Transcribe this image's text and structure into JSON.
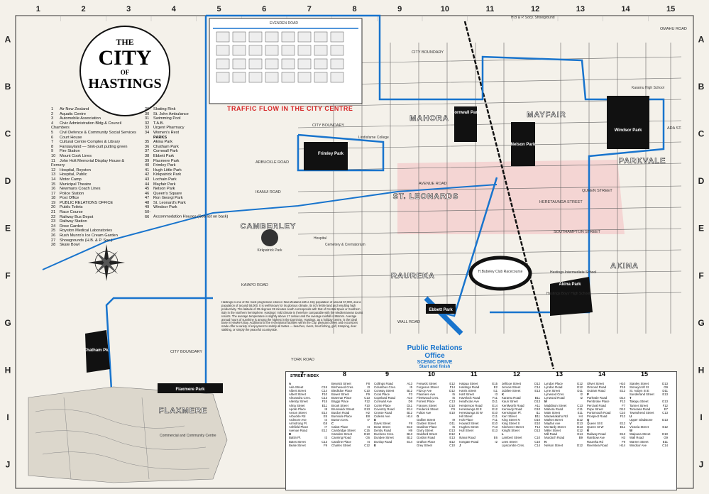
{
  "title": {
    "line1": "THE",
    "line2": "CITY",
    "line3": "OF",
    "line4": "HASTINGS"
  },
  "grid": {
    "columns": [
      "1",
      "2",
      "3",
      "4",
      "5",
      "6",
      "7",
      "8",
      "9",
      "10",
      "11",
      "12",
      "13",
      "14",
      "15"
    ],
    "rows": [
      "A",
      "B",
      "C",
      "D",
      "E",
      "F",
      "G",
      "H",
      "I",
      "J"
    ]
  },
  "legend": {
    "items_left": [
      {
        "n": "1",
        "t": "Air New Zealand"
      },
      {
        "n": "2",
        "t": "Aquatic Centre"
      },
      {
        "n": "3",
        "t": "Automobile Association"
      },
      {
        "n": "4",
        "t": "Civic Administration Bldg & Council Chambers"
      },
      {
        "n": "5",
        "t": "Civil Defence & Community Social Services"
      },
      {
        "n": "6",
        "t": "Court House"
      },
      {
        "n": "7",
        "t": "Cultural Centre Complex & Library"
      },
      {
        "n": "8",
        "t": "Fantasyland — Sink-putt putting green"
      },
      {
        "n": "9",
        "t": "Fire Station"
      },
      {
        "n": "10",
        "t": "Mount Cook Lines"
      },
      {
        "n": "11",
        "t": "John Holt Memorial Display House & Fernery"
      },
      {
        "n": "12",
        "t": "Hospital, Royston"
      },
      {
        "n": "13",
        "t": "Hospital, Public"
      },
      {
        "n": "14",
        "t": "Motor Camp"
      },
      {
        "n": "15",
        "t": "Municipal Theatre"
      },
      {
        "n": "16",
        "t": "Newmans Coach Lines"
      },
      {
        "n": "17",
        "t": "Police Station"
      },
      {
        "n": "18",
        "t": "Post Office"
      },
      {
        "n": "19",
        "t": "PUBLIC RELATIONS OFFICE"
      },
      {
        "n": "20",
        "t": "Public Toilets"
      },
      {
        "n": "21",
        "t": "Race Course"
      },
      {
        "n": "22",
        "t": "Railway Bus Depot"
      },
      {
        "n": "23",
        "t": "Railway Station"
      },
      {
        "n": "24",
        "t": "Rose Garden"
      },
      {
        "n": "25",
        "t": "Royston Medical Laboratories"
      },
      {
        "n": "26",
        "t": "Rush Munro's Ice Cream Garden"
      },
      {
        "n": "27",
        "t": "Showgrounds (H.B. & P. Soc.)"
      },
      {
        "n": "28",
        "t": "Skate Bowl"
      }
    ],
    "items_right": [
      {
        "n": "29",
        "t": "Skating Rink"
      },
      {
        "n": "30",
        "t": "St. John Ambulance"
      },
      {
        "n": "31",
        "t": "Swimming Pool"
      },
      {
        "n": "32",
        "t": "T.A.B."
      },
      {
        "n": "33",
        "t": "Urgent Pharmacy"
      },
      {
        "n": "34",
        "t": "Women's Rest"
      },
      {
        "n": "",
        "t": "PARKS"
      },
      {
        "n": "35",
        "t": "Akina Park"
      },
      {
        "n": "36",
        "t": "Chatham Park"
      },
      {
        "n": "37",
        "t": "Cornwall Park"
      },
      {
        "n": "38",
        "t": "Ebbett Park"
      },
      {
        "n": "39",
        "t": "Flaxmere Park"
      },
      {
        "n": "40",
        "t": "Frimley Park"
      },
      {
        "n": "41",
        "t": "Hugh Little Park"
      },
      {
        "n": "42",
        "t": "Kirkpatrick Park"
      },
      {
        "n": "43",
        "t": "Lochain Park"
      },
      {
        "n": "44",
        "t": "Mayfair Park"
      },
      {
        "n": "45",
        "t": "Nelson Park"
      },
      {
        "n": "46",
        "t": "Queen's Square"
      },
      {
        "n": "47",
        "t": "Ron Georgi Park"
      },
      {
        "n": "48",
        "t": "St. Leonard's Park"
      },
      {
        "n": "49",
        "t": "Windsor Park"
      },
      {
        "n": "50-66",
        "t": "Accommodation Houses (See list on back)"
      }
    ]
  },
  "inset": {
    "title": "TRAFFIC FLOW IN THE CITY CENTRE",
    "road_top": "EVENDEN ROAD"
  },
  "description": "Hastings is one of the most progressive cities in New Zealand with a City population of around 57,000, and a population of around 58,000. It is well known for its glorious climate, its rich fertile land and resulting high productivity. The latitude of 39 degrees 39 minutes south corresponds with that of Central Spain or Southern Italy in the Northern hemisphere. Hastings' mild climate is therefore comparable with the Mediterranean tourist resorts. The average temperature is slightly above 17 celsius and the average rainfall is 864mm. Average annual hours of sunshine is among the highest in the Dominion. Hastings, as a holiday centre, is the ideal base in Hawke's Bay. Additional to the recreational facilities within the City, pleasant drives and excursions made offer a variety of enjoyment to satisfy all tastes — beaches, rivers, trout fishing, golf, tramping, deer stalking, or simply the peaceful countryside.",
  "pr_office": {
    "title": "Public Relations Office",
    "sub": "SCENIC DRIVE",
    "sub2": "Start and finish"
  },
  "parks": [
    {
      "id": "cornwall",
      "label": "Cornwall Park"
    },
    {
      "id": "frimley",
      "label": "Frimley Park"
    },
    {
      "id": "nelson",
      "label": "Nelson Park"
    },
    {
      "id": "windsor",
      "label": "Windsor Park"
    },
    {
      "id": "akina",
      "label": "Akina Park"
    },
    {
      "id": "chatham",
      "label": "Chatham Pk."
    },
    {
      "id": "flaxmere-park",
      "label": "Flaxmere Park"
    },
    {
      "id": "ebbett",
      "label": "Ebbett Park"
    },
    {
      "id": "kirkpatrick",
      "label": "Kirkpatrick Park"
    }
  ],
  "areas": [
    {
      "id": "flaxmere",
      "label": "FLAXMERE"
    },
    {
      "id": "camberley",
      "label": "CAMBERLEY"
    },
    {
      "id": "mahora",
      "label": "MAHORA"
    },
    {
      "id": "mayfair",
      "label": "MAYFAIR"
    },
    {
      "id": "parkvale",
      "label": "PARKVALE"
    },
    {
      "id": "akina",
      "label": "AKINA"
    },
    {
      "id": "raureka",
      "label": "RAUREKA"
    },
    {
      "id": "st-leonards",
      "label": "ST. LEONARDS"
    }
  ],
  "streets": {
    "york_road": "YORK ROAD",
    "kaiapo_road": "KAIAPO ROAD",
    "arbuckle_road": "ARBUCKLE ROAD",
    "ikanui_road": "IKANUI ROAD",
    "city_boundary": "CITY BOUNDARY",
    "heretaunga": "HERETAUNGA STREET",
    "southampton": "SOUTHAMPTON STREET",
    "omahu": "OMAHU ROAD",
    "wall_road": "WALL ROAD",
    "evenden": "EVENDEN ROAD",
    "ada": "ADA ST.",
    "queen": "QUEEN STREET",
    "avenue_road": "AVENUE ROAD"
  },
  "places": {
    "racecourse": "H.Bubeley Club Racecourse",
    "lindisfarne": "Lindisfarne College",
    "hastings_high": "Hastings Boys' High School",
    "karamu": "Karamu High School",
    "hospital": "Hospital",
    "cemetery": "Cemetery & Crematorium",
    "showground": "H.B & P. Socy. Showground",
    "commercial": "Commercial and Community Centre",
    "intermediate": "Hastings Intermediate School"
  },
  "index": {
    "heading": "STREET INDEX",
    "col_numbers": [
      "7",
      "8",
      "9",
      "10",
      "11",
      "12",
      "13",
      "14",
      "15"
    ],
    "columns": [
      [
        [
          "A",
          ""
        ],
        [
          "Ada Street",
          "C15"
        ],
        [
          "Albert Street",
          "C14"
        ],
        [
          "Albert Street",
          "F10"
        ],
        [
          "Alexandra Cres.",
          "C13"
        ],
        [
          "Allenby Street",
          "F15"
        ],
        [
          "Alma Street",
          "E11"
        ],
        [
          "Apollo Place",
          "I8"
        ],
        [
          "Anson Street",
          "E14"
        ],
        [
          "Arbuckle Rd",
          "E5"
        ],
        [
          "Ardmore Ave",
          "I4"
        ],
        [
          "Armstrong Pl.",
          "G8"
        ],
        [
          "Ashfield Place",
          "I7"
        ],
        [
          "Avenue Road",
          "E12"
        ],
        [
          "B",
          ""
        ],
        [
          "Battin Pl.",
          "I3"
        ],
        [
          "Bates Street",
          "C13"
        ],
        [
          "Beale Street",
          "F9"
        ]
      ],
      [
        [
          "Berwick Street",
          "F8"
        ],
        [
          "Birchwood Cres.",
          "I3"
        ],
        [
          "Bledisloe Place",
          "C10"
        ],
        [
          "Bower Street",
          "F9"
        ],
        [
          "Braemar Place",
          "C13"
        ],
        [
          "Briggs Place",
          "F12"
        ],
        [
          "Brook Street",
          "F10"
        ],
        [
          "Brunswick Street",
          "E13"
        ],
        [
          "Burdon Road",
          "H2"
        ],
        [
          "Burnside Place",
          "E8"
        ],
        [
          "Burton Cres.",
          "I7"
        ],
        [
          "C",
          ""
        ],
        [
          "Cabot Place",
          "I4"
        ],
        [
          "Cambridge Street",
          "C15"
        ],
        [
          "Camden Street",
          "D10"
        ],
        [
          "Canning Road",
          "G6"
        ],
        [
          "Caroline Place",
          "I4"
        ],
        [
          "Charles Street",
          "C12"
        ]
      ],
      [
        [
          "Collings Road",
          "A13"
        ],
        [
          "Columbus Cres.",
          "I5"
        ],
        [
          "Conway Street",
          "B12"
        ],
        [
          "Cook Place",
          "F3"
        ],
        [
          "Copeland Road",
          "A10"
        ],
        [
          "Cornwall Ave",
          "D9"
        ],
        [
          "Corrie Place",
          "D11"
        ],
        [
          "Coventry Road",
          "E14"
        ],
        [
          "Crosse Road",
          "B12"
        ],
        [
          "Cullens Ave",
          "H14"
        ],
        [
          "D",
          ""
        ],
        [
          "Davis Street",
          "F8"
        ],
        [
          "Dean Street",
          "E10"
        ],
        [
          "Denby Road",
          "H9"
        ],
        [
          "Duchess Cres.",
          "B13"
        ],
        [
          "Dundee Street",
          "B12"
        ],
        [
          "Dunlop Road",
          "E14"
        ],
        [
          "E",
          ""
        ]
      ],
      [
        [
          "Fenwick Street",
          "E12"
        ],
        [
          "Ferguson Street",
          "F14"
        ],
        [
          "Fitzroy Ave",
          "D12"
        ],
        [
          "Flaxmere Ave",
          "I5"
        ],
        [
          "Fleetwood Cres.",
          "I5"
        ],
        [
          "Forrest Place",
          "C13"
        ],
        [
          "Frances Street",
          "D10"
        ],
        [
          "Frederick Street",
          "F9"
        ],
        [
          "Fulton Ave",
          "E10"
        ],
        [
          "G",
          ""
        ],
        [
          "Gallien Street",
          "I9"
        ],
        [
          "Garden Street",
          "D11"
        ],
        [
          "Gardiner Place",
          "I6"
        ],
        [
          "Garry Street",
          "D13"
        ],
        [
          "Gaisford Street",
          "D12"
        ],
        [
          "Gordon Road",
          "E13"
        ],
        [
          "Grafton Place",
          "B12"
        ],
        [
          "Grey Street",
          "C10"
        ]
      ],
      [
        [
          "Haipua Street",
          "E15"
        ],
        [
          "Hastings Road",
          "E2"
        ],
        [
          "Harris Street",
          "I11"
        ],
        [
          "Hart Street",
          "I3"
        ],
        [
          "Havelock Road",
          "F11"
        ],
        [
          "Heathcote Ave",
          "D11"
        ],
        [
          "Henderson Road",
          "E14"
        ],
        [
          "Heretaunga St E",
          "E12"
        ],
        [
          "Heretaunga St W",
          "E10"
        ],
        [
          "Hill Street",
          "C11"
        ],
        [
          "Holt Place",
          "F11"
        ],
        [
          "Howard Street",
          "E10"
        ],
        [
          "Hughes Street",
          "F13"
        ],
        [
          "Hull Street",
          "E13"
        ],
        [
          "I",
          ""
        ],
        [
          "Ikanui Road",
          "E6"
        ],
        [
          "Irongate Road",
          "I2"
        ],
        [
          "J",
          ""
        ]
      ],
      [
        [
          "Jellicoe Street",
          "D12"
        ],
        [
          "Jervois Street",
          "C14"
        ],
        [
          "Jubilee Street",
          "E13"
        ],
        [
          "K",
          ""
        ],
        [
          "Karamu Road",
          "B11"
        ],
        [
          "Kauri Street",
          "D13"
        ],
        [
          "Kenilworth Road",
          "A11"
        ],
        [
          "Kennedy Road",
          "G10"
        ],
        [
          "Kensington Pl.",
          "I11"
        ],
        [
          "Kerr Street",
          "B11"
        ],
        [
          "King Street N",
          "D10"
        ],
        [
          "King Street S",
          "E10"
        ],
        [
          "Kitchener Street",
          "F14"
        ],
        [
          "Knight Street",
          "D13"
        ],
        [
          "L",
          ""
        ],
        [
          "Lambert Street",
          "C10"
        ],
        [
          "Lees Street",
          "C10"
        ],
        [
          "Lipscombe Cres.",
          "C14"
        ]
      ],
      [
        [
          "Lyndon Place",
          "G12"
        ],
        [
          "Lyndon Road",
          "G12"
        ],
        [
          "Lyne Street",
          "D11"
        ],
        [
          "Lynwood Cres.",
          "I2"
        ],
        [
          "Lynwood Road",
          "I2"
        ],
        [
          "M",
          ""
        ],
        [
          "Maddison Street",
          "C13"
        ],
        [
          "Mahora Road",
          "C11"
        ],
        [
          "Main Street",
          "E11"
        ],
        [
          "Maraekakaho Rd",
          "H4"
        ],
        [
          "Market Street",
          "D12"
        ],
        [
          "Mayfair Ave",
          "D13"
        ],
        [
          "McHardy Street",
          "D13"
        ],
        [
          "Miller Street",
          "G12"
        ],
        [
          "Mill Road",
          "E14"
        ],
        [
          "Murdoch Road",
          "B9"
        ],
        [
          "N",
          ""
        ],
        [
          "Nelson Street",
          "D12"
        ]
      ],
      [
        [
          "Oliver Street",
          "H10"
        ],
        [
          "Ormond Road",
          "F15"
        ],
        [
          "Outram Road",
          "E12"
        ],
        [
          "P",
          ""
        ],
        [
          "Parkvale Road",
          "D14"
        ],
        [
          "Pembroke Place",
          "F13"
        ],
        [
          "Percival Road",
          "F7"
        ],
        [
          "Pope Street",
          "D12"
        ],
        [
          "Portsmouth Road",
          "C10"
        ],
        [
          "Prospect Road",
          "F12"
        ],
        [
          "Q",
          ""
        ],
        [
          "Queen St E",
          "E12"
        ],
        [
          "Queen St W",
          "E11"
        ],
        [
          "R",
          ""
        ],
        [
          "Railway Road",
          "E13"
        ],
        [
          "Rainbow Ave",
          "H3"
        ],
        [
          "Raureka Rd",
          "F9"
        ],
        [
          "Riverslea Road",
          "H14"
        ]
      ],
      [
        [
          "Stanley Street",
          "D13"
        ],
        [
          "Stoneycroft St",
          "G9"
        ],
        [
          "St. Aubyn St E",
          "D11"
        ],
        [
          "Sunderland Street",
          "E13"
        ],
        [
          "T",
          ""
        ],
        [
          "Takapu Street",
          "G13"
        ],
        [
          "Tanner Street",
          "F12"
        ],
        [
          "Tomoana Road",
          "E7"
        ],
        [
          "Townshend Street",
          "C13"
        ],
        [
          "U",
          ""
        ],
        [
          "Upper Gladstone",
          "D13"
        ],
        [
          "V",
          ""
        ],
        [
          "Victoria Street",
          "E12"
        ],
        [
          "W",
          ""
        ],
        [
          "Waipuna Street",
          "D10"
        ],
        [
          "Wall Road",
          "G9"
        ],
        [
          "Warren Street",
          "E11"
        ],
        [
          "Windsor Ave",
          "C14"
        ]
      ]
    ]
  }
}
